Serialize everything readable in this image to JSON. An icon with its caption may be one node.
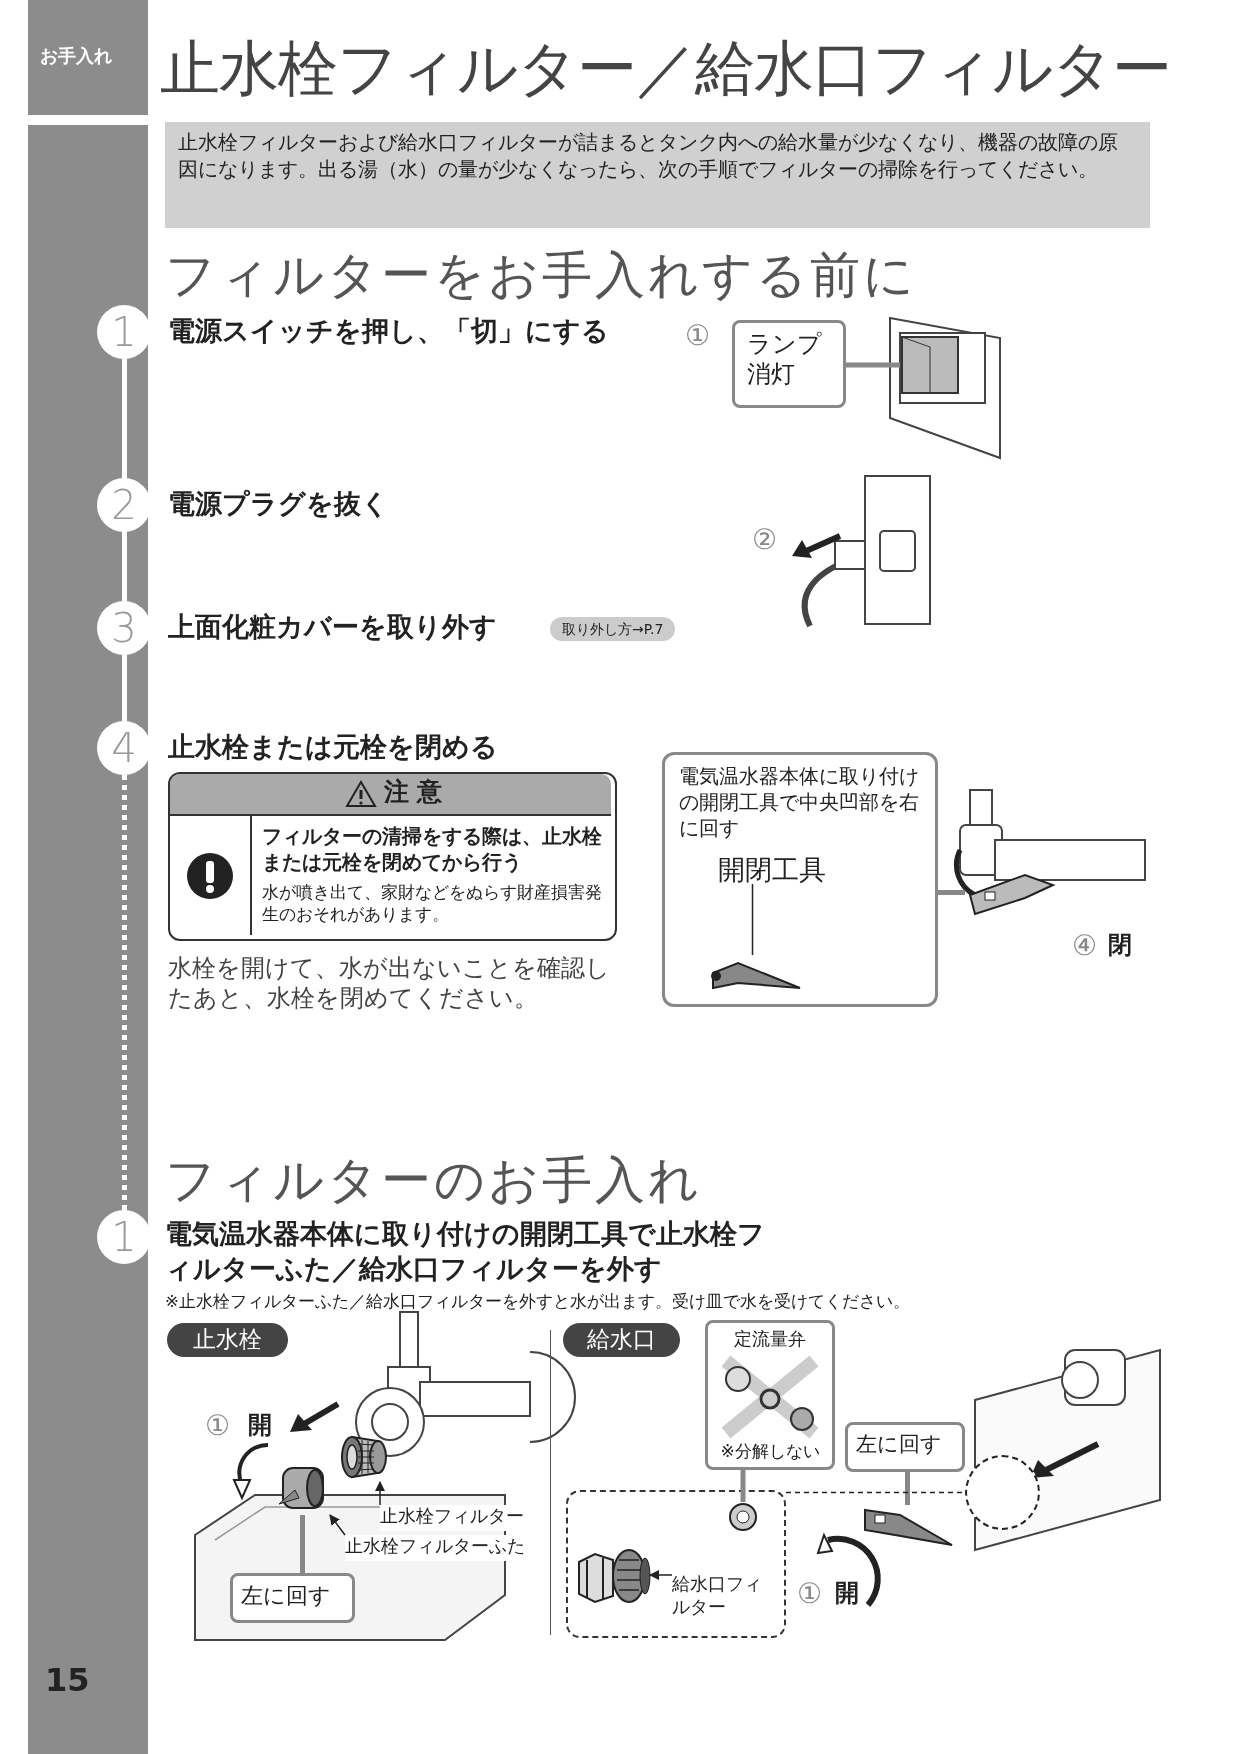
{
  "diagram": {
    "title": "止水栓フィルター／給水口フィルター",
    "nodes": [
      {
        "text": [
          "ランプ消灯"
        ]
      },
      {
        "text": [],
        "shape": "picture"
      },
      {
        "text": [
          "電気温水器本体に取り付けの開閉工具で中央凹部を右に回す"
        ]
      },
      {
        "text": [
          "開閉工具"
        ],
        "in": 2
      },
      {
        "text": [],
        "shape": "picture",
        "in": 2
      },
      {
        "text": [],
        "shape": "picture"
      },
      {
        "text": [
          "左に回す"
        ]
      },
      {
        "text": [],
        "shape": "picture"
      },
      {
        "text": [
          "止水栓フィルター"
        ]
      },
      {
        "text": [],
        "shape": "picture"
      },
      {
        "text": [
          "止水栓フィルターふた"
        ]
      },
      {
        "text": [],
        "shape": "box"
      },
      {
        "text": [
          "給水口フィルター"
        ],
        "in": 11
      },
      {
        "text": [],
        "shape": "picture",
        "in": 11
      },
      {
        "text": [
          "定流量弁",
          "※分解しない"
        ]
      },
      {
        "text": [],
        "shape": "picture",
        "in": 11
      },
      {
        "text": [
          "左に回す"
        ]
      },
      {
        "text": [],
        "shape": "picture"
      },
      {
        "text": [],
        "shape": "circle"
      }
    ],
    "edges": [
      {
        "from": 0,
        "to": 1,
        "arrow": "none",
        "style": "thick"
      },
      {
        "from": 2,
        "to": 5,
        "arrow": "none",
        "style": "thick"
      },
      {
        "from": 3,
        "to": 4,
        "arrow": "none",
        "color": "#222222"
      },
      {
        "from": 6,
        "to": 7,
        "arrow": "none",
        "style": "thick"
      },
      {
        "from": 8,
        "to": 9,
        "arrow": "to",
        "color": "#222222"
      },
      {
        "from": 10,
        "to": 7,
        "arrow": "to",
        "color": "#222222"
      },
      {
        "from": 12,
        "to": 13,
        "arrow": "to",
        "color": "#222222"
      },
      {
        "from": 14,
        "to": 15,
        "arrow": "none",
        "style": "thick"
      },
      {
        "from": 16,
        "to": 17,
        "arrow": "none",
        "style": "thick"
      },
      {
        "from": 11,
        "to": 18,
        "arrow": "none",
        "style": "dashed",
        "color": "#222222"
      }
    ],
    "labels": [
      "お手入れ",
      "止水栓フィルターおよび給水口フィルターが詰まるとタンク内への給水量が少なくなり、機器の故障の原因になります。出る湯（水）の量が少なくなったら、次の手順でフィルターの掃除を行ってください。",
      "フィルターをお手入れする前に",
      "1",
      "電源スイッチを押し、「切」にする",
      "①",
      "2",
      "電源プラグを抜く",
      "②",
      "3",
      "上面化粧カバーを取り外す",
      "取り外し方→P.7",
      "4",
      "止水栓または元栓を閉める",
      "注意",
      "フィルターの清掃をする際は、止水栓または元栓を閉めてから行う",
      "水が噴き出て、家財などをぬらす財産損害発生のおそれがあります。",
      "水栓を開けて、水が出ないことを確認したあと、水栓を閉めてください。",
      "④",
      "閉",
      "フィルターのお手入れ",
      "1",
      "電気温水器本体に取り付けの開閉工具で止水栓フィルターふた／給水口フィルターを外す",
      "※止水栓フィルターふた／給水口フィルターを外すと水が出ます。受け皿で水を受けてください。",
      "止水栓",
      "給水口",
      "①",
      "開",
      "①",
      "開",
      "15"
    ]
  }
}
